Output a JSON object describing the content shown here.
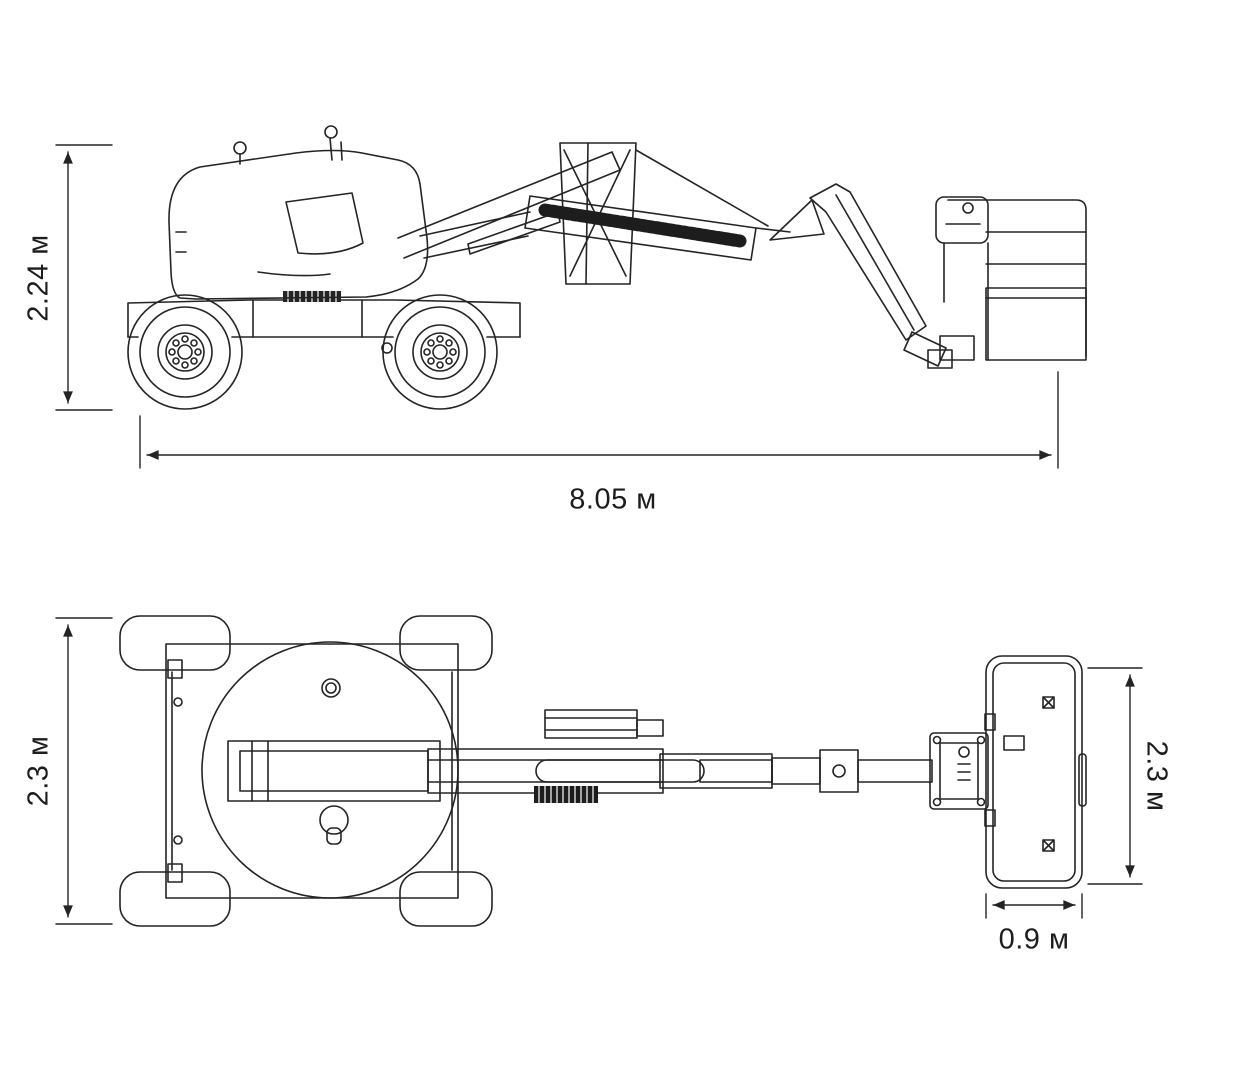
{
  "drawing": {
    "colors": {
      "line": "#242424",
      "background": "#ffffff",
      "label": "#1d1d1f"
    },
    "dimensions": {
      "overall_height": "2.24 м",
      "overall_length": "8.05 м",
      "overall_width": "2.3 м",
      "platform_width": "2.3 м",
      "platform_depth": "0.9 м"
    }
  }
}
